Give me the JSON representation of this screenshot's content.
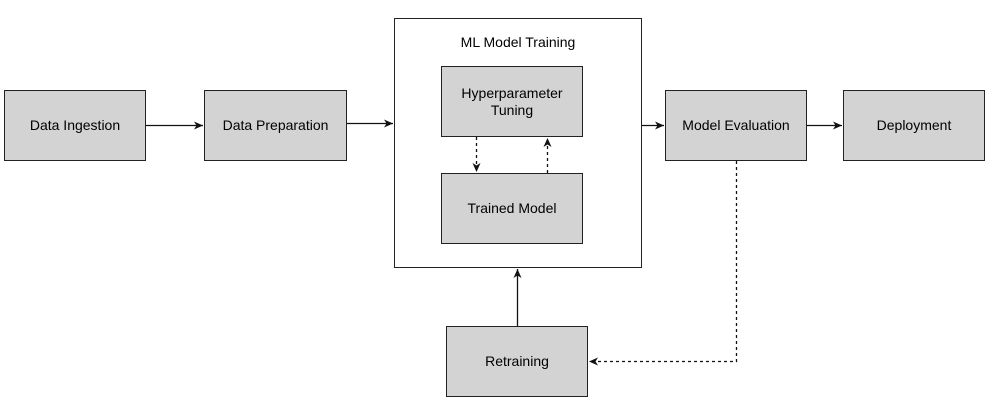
{
  "diagram": {
    "nodes": {
      "data_ingestion": "Data Ingestion",
      "data_preparation": "Data Preparation",
      "container_title": "ML Model Training",
      "hyperparameter_tuning": "Hyperparameter Tuning",
      "trained_model": "Trained Model",
      "model_evaluation": "Model Evaluation",
      "deployment": "Deployment",
      "retraining": "Retraining"
    },
    "edges": [
      {
        "from": "Data Ingestion",
        "to": "Data Preparation",
        "style": "solid"
      },
      {
        "from": "Data Preparation",
        "to": "ML Model Training",
        "style": "solid"
      },
      {
        "from": "ML Model Training",
        "to": "Model Evaluation",
        "style": "solid"
      },
      {
        "from": "Model Evaluation",
        "to": "Deployment",
        "style": "solid"
      },
      {
        "from": "Hyperparameter Tuning",
        "to": "Trained Model",
        "style": "dashed"
      },
      {
        "from": "Trained Model",
        "to": "Hyperparameter Tuning",
        "style": "dashed"
      },
      {
        "from": "Model Evaluation",
        "to": "Retraining",
        "style": "dashed"
      },
      {
        "from": "Retraining",
        "to": "ML Model Training",
        "style": "solid"
      }
    ],
    "colors": {
      "node_fill": "#d3d3d3",
      "container_fill": "#ffffff",
      "stroke": "#222222"
    }
  }
}
